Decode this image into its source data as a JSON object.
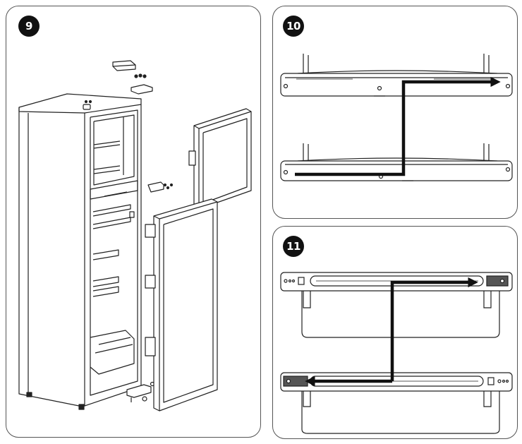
{
  "steps": [
    {
      "number": "9"
    },
    {
      "number": "10"
    },
    {
      "number": "11"
    }
  ],
  "colors": {
    "line": "#222222",
    "arrow": "#111111",
    "badge": "#111111",
    "border": "#555555"
  }
}
